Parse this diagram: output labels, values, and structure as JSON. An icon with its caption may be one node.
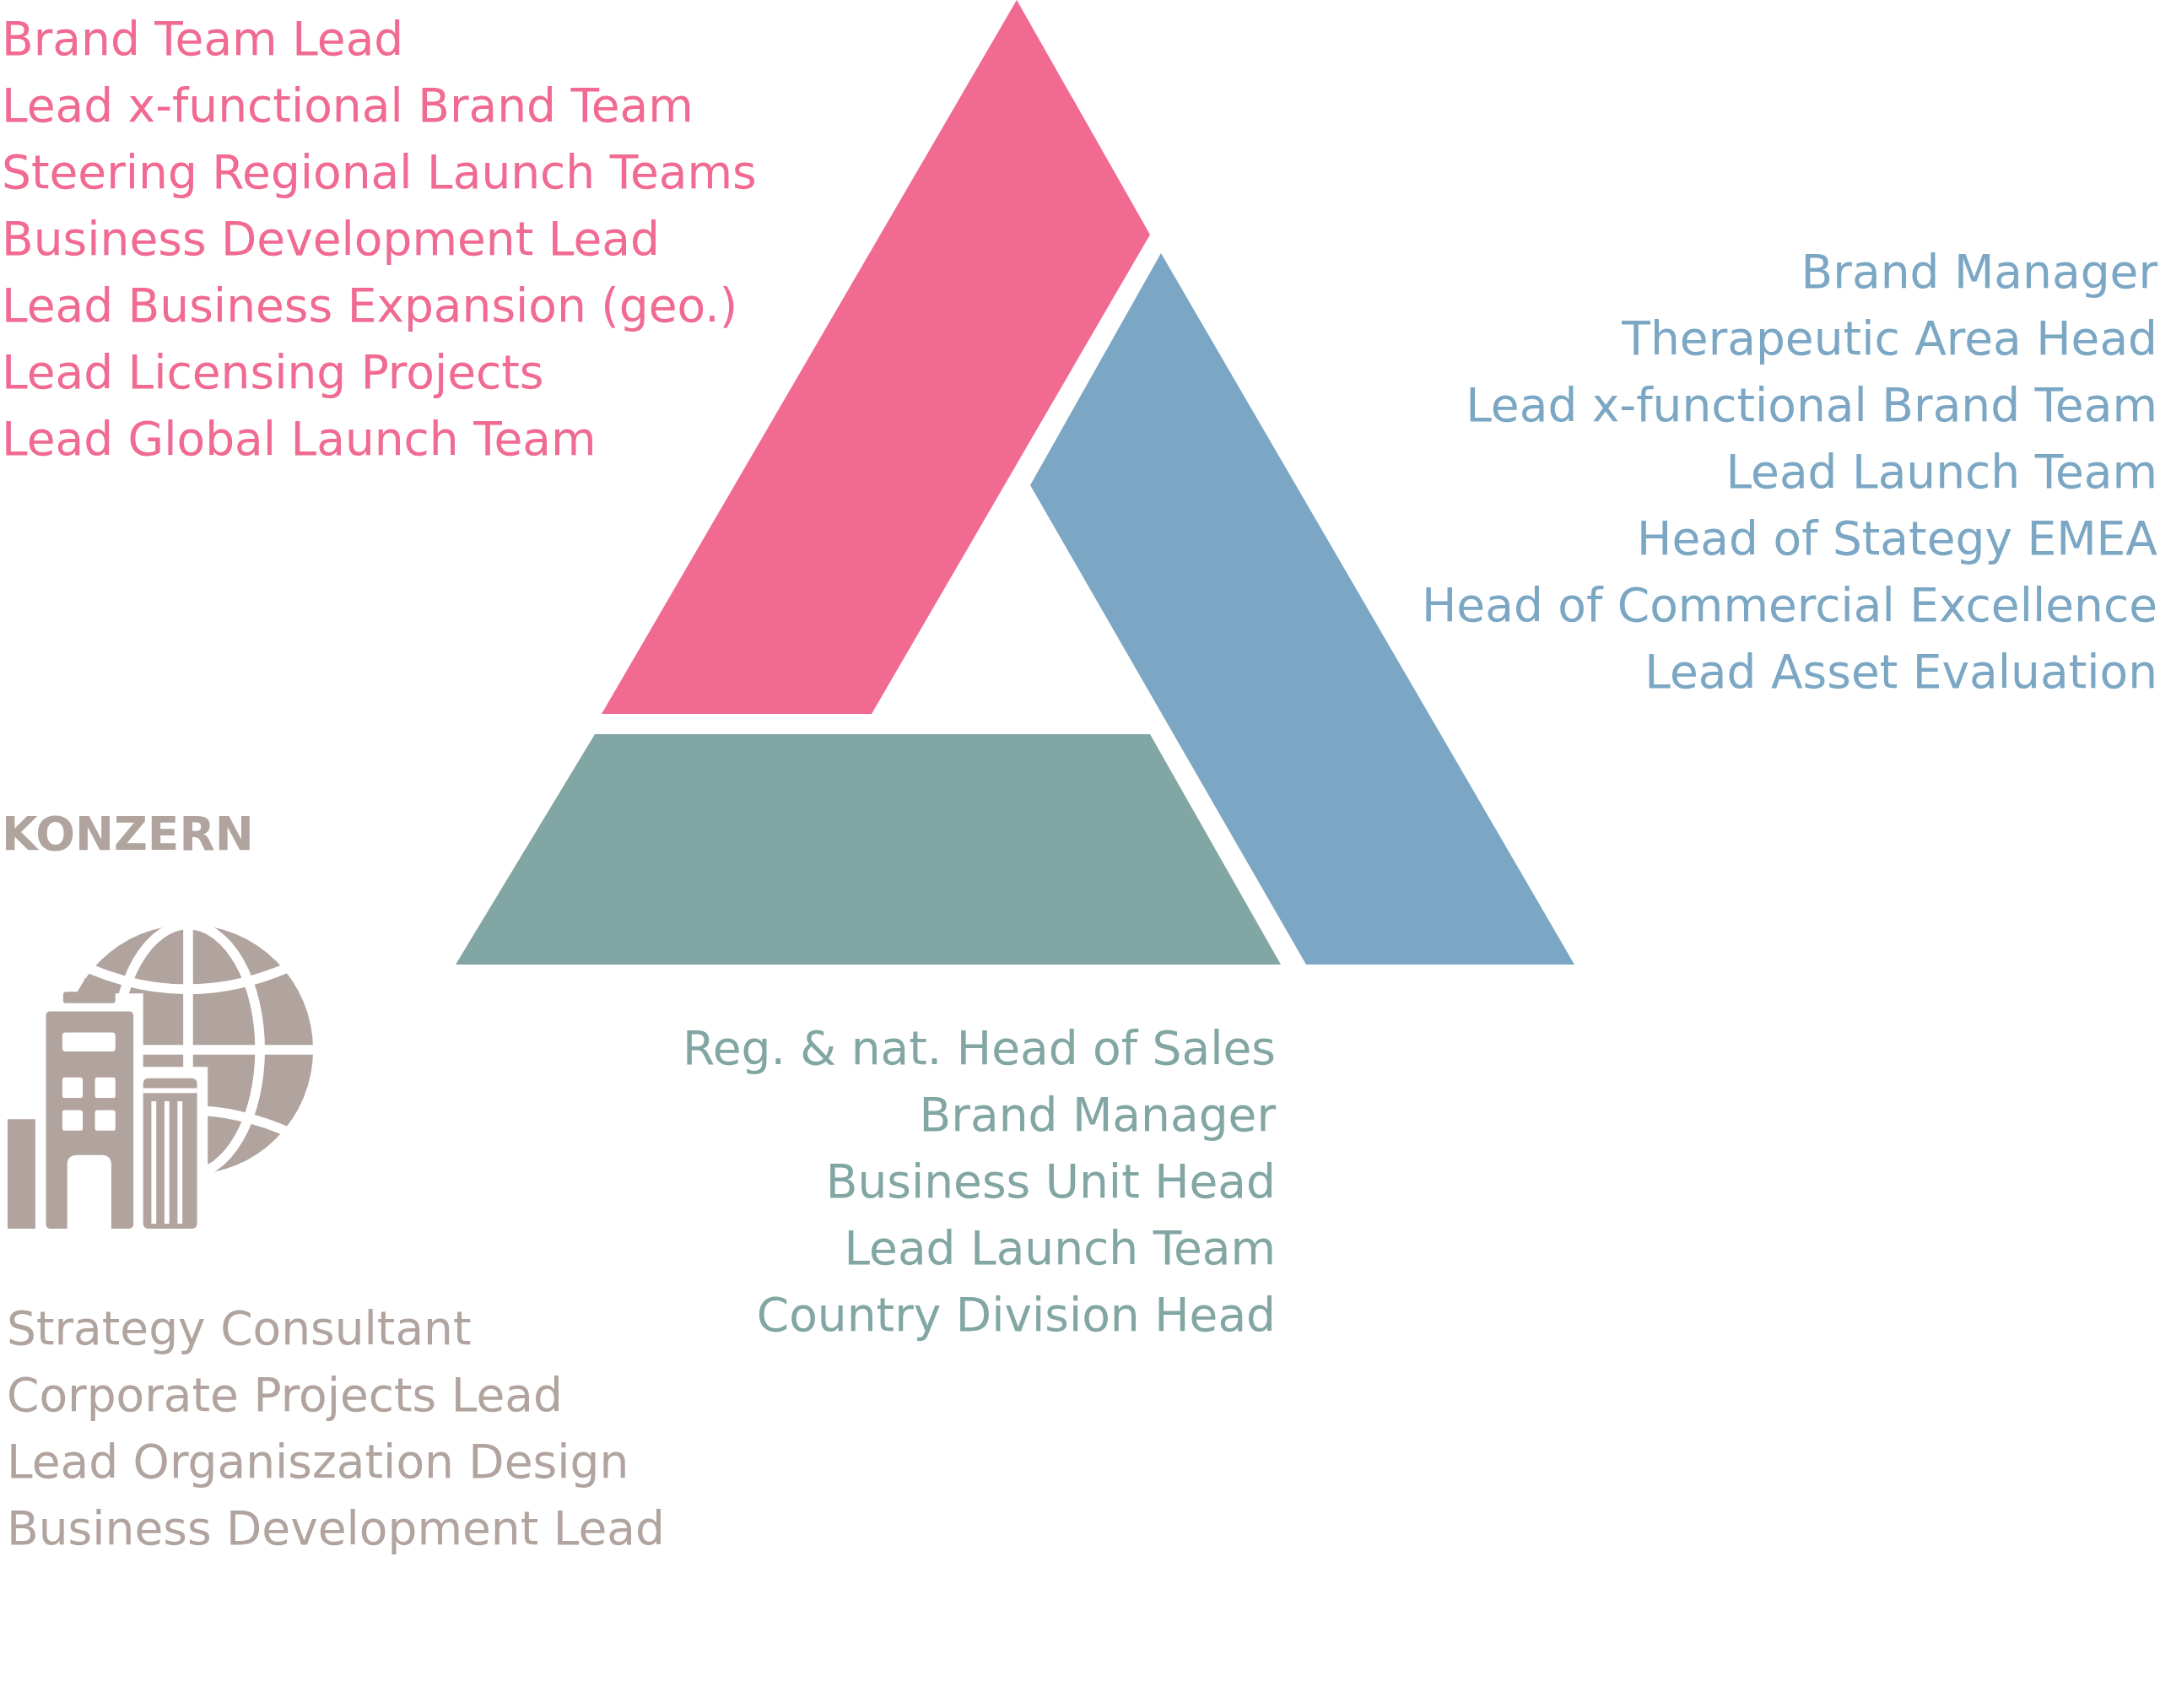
{
  "diagram": {
    "nodes": [
      {
        "text": [],
        "shape": "trapezoid",
        "beside": [
          "Brand Team Lead",
          "Lead x-functional Brand Team",
          "Steering Regional Launch Teams",
          "Business Development Lead",
          "Lead Business Expansion (geo.)",
          "Lead Licensing Projects",
          "Lead Global Launch Team"
        ]
      },
      {
        "text": [],
        "shape": "trapezoid",
        "beside": [
          "Brand Manager",
          "Therapeutic Area Head",
          "Lead x-functional Brand Team",
          "Lead Launch Team",
          "Head of Stategy EMEA",
          "Head of Commercial Excellence",
          "Lead Asset Evaluation"
        ]
      },
      {
        "text": [],
        "shape": "trapezoid",
        "beside": [
          "Reg. & nat. Head of Sales",
          "Brand Manager",
          "Business Unit Head",
          "Lead Launch Team",
          "Country Division Head"
        ]
      }
    ],
    "labels": [
      "KONZERN",
      "Strategy Consultant",
      "Corporate Projects Lead",
      "Lead Organiszation Design",
      "Business Development Lead"
    ]
  }
}
